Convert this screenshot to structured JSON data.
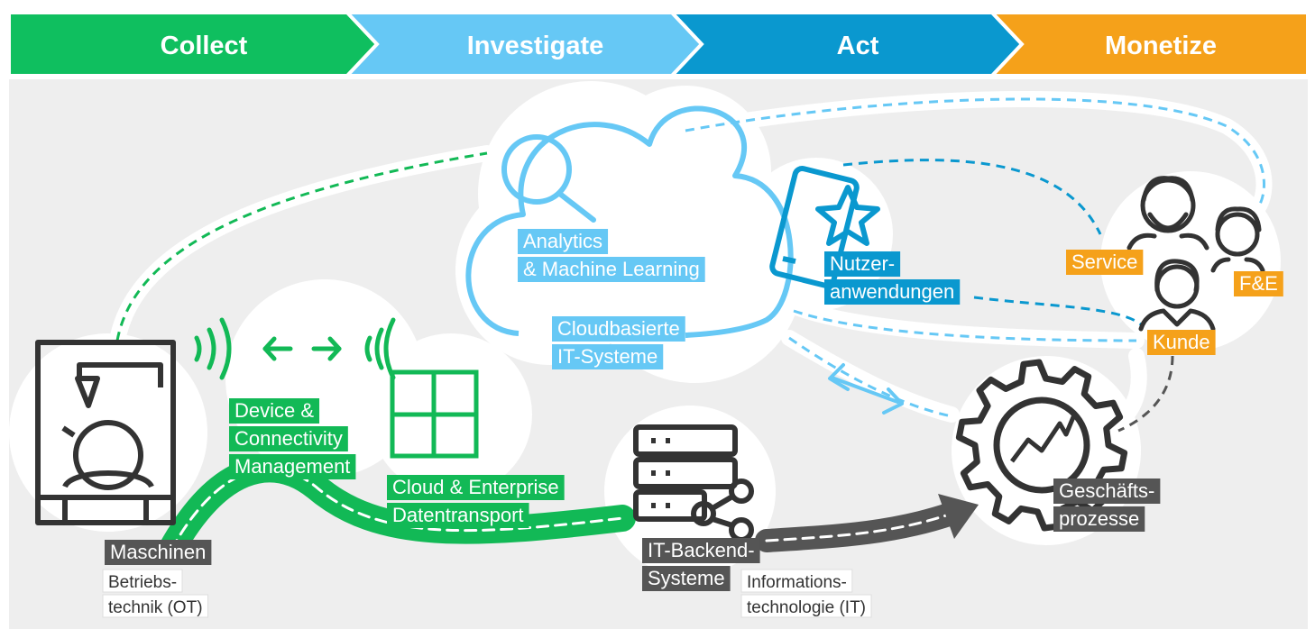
{
  "phases": [
    {
      "label": "Collect",
      "color": "#0fbf5f"
    },
    {
      "label": "Investigate",
      "color": "#66c8f5"
    },
    {
      "label": "Act",
      "color": "#0a98cf"
    },
    {
      "label": "Monetize",
      "color": "#f5a11a"
    }
  ],
  "labels": {
    "analytics": [
      "Analytics",
      "& Machine Learning"
    ],
    "cloud_it": [
      "Cloudbasierte",
      "IT-Systeme"
    ],
    "user_apps": [
      "Nutzer-",
      "anwendungen"
    ],
    "device_mgmt": [
      "Device &",
      "Connectivity",
      "Management"
    ],
    "cloud_transport": [
      "Cloud & Enterprise",
      "Datentransport"
    ],
    "machines": "Maschinen",
    "ot": [
      "Betriebs-",
      "technik (OT)"
    ],
    "backend": [
      "IT-Backend-",
      "Systeme"
    ],
    "it": [
      "Informations-",
      "technologie (IT)"
    ],
    "processes": [
      "Geschäfts-",
      "prozesse"
    ],
    "service": "Service",
    "rnd": "F&E",
    "customer": "Kunde"
  },
  "colors": {
    "green": "#12b956",
    "light_blue": "#66c8f5",
    "blue": "#0a98cf",
    "orange": "#f5a11a",
    "gray": "#555555",
    "background": "#eeeeee"
  }
}
